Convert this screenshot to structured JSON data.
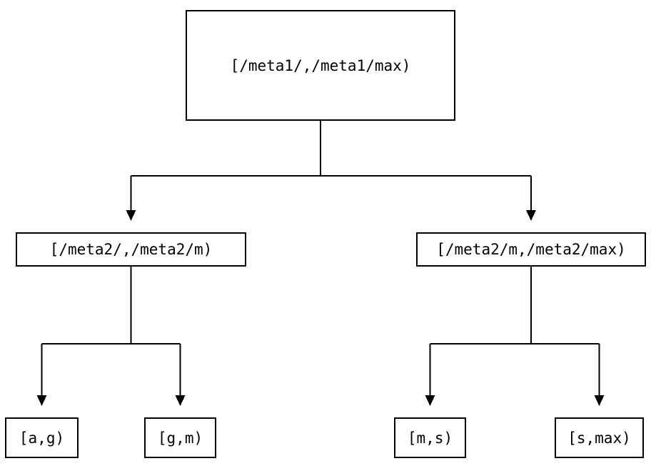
{
  "diagram": {
    "type": "tree",
    "nodes": {
      "root": {
        "label": "[/meta1/,/meta1/max)"
      },
      "left": {
        "label": "[/meta2/,/meta2/m)"
      },
      "right": {
        "label": "[/meta2/m,/meta2/max)"
      },
      "leaf_ag": {
        "label": "[a,g)"
      },
      "leaf_gm": {
        "label": "[g,m)"
      },
      "leaf_ms": {
        "label": "[m,s)"
      },
      "leaf_smax": {
        "label": "[s,max)"
      }
    },
    "edges": [
      {
        "from": "root",
        "to": "left"
      },
      {
        "from": "root",
        "to": "right"
      },
      {
        "from": "left",
        "to": "leaf_ag"
      },
      {
        "from": "left",
        "to": "leaf_gm"
      },
      {
        "from": "right",
        "to": "leaf_ms"
      },
      {
        "from": "right",
        "to": "leaf_smax"
      }
    ],
    "colors": {
      "background": "#ffffff",
      "line": "#000000",
      "box_border": "#000000",
      "text": "#000000"
    }
  }
}
